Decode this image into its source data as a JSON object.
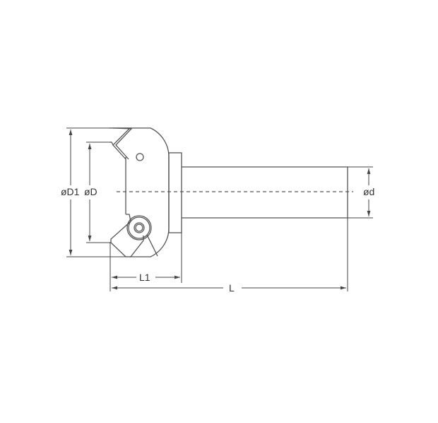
{
  "diagram": {
    "subject": "milling cutter with shank",
    "colors": {
      "line": "#555555",
      "text": "#333333",
      "background": "#ffffff"
    },
    "dimensions": {
      "d1": "øD1",
      "d": "øD",
      "shank_d": "ød",
      "l1": "L1",
      "l": "L"
    }
  }
}
